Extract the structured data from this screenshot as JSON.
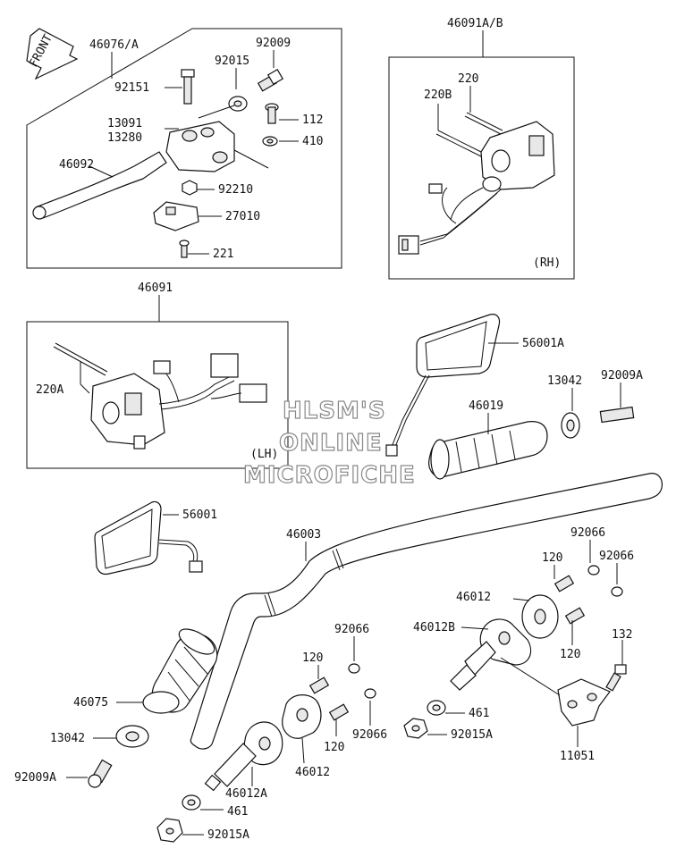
{
  "front_label": "FRONT",
  "watermark": {
    "line1": "HLSM'S",
    "line2": "ONLINE",
    "line3": "MICROFICHE"
  },
  "groups": {
    "lever_assy": "46076/A",
    "switch_rh": "46091A/B",
    "switch_lh": "46091",
    "rh_tag": "(RH)",
    "lh_tag": "(LH)"
  },
  "parts": {
    "p92009": "92009",
    "p92015": "92015",
    "p92151": "92151",
    "p13091": "13091",
    "p13280": "13280",
    "p112": "112",
    "p410": "410",
    "p46092": "46092",
    "p92210": "92210",
    "p27010": "27010",
    "p221": "221",
    "p220": "220",
    "p220B": "220B",
    "p220A": "220A",
    "p56001A": "56001A",
    "p13042_top": "13042",
    "p92009A_top": "92009A",
    "p46019": "46019",
    "p56001": "56001",
    "p46003": "46003",
    "p92066_a": "92066",
    "p92066_b": "92066",
    "p120_a": "120",
    "p46012_a": "46012",
    "p46012B": "46012B",
    "p120_b": "120",
    "p132": "132",
    "p92066_c": "92066",
    "p120_c": "120",
    "p461_a": "461",
    "p92015A_a": "92015A",
    "p11051": "11051",
    "p46075": "46075",
    "p13042_bot": "13042",
    "p92009A_bot": "92009A",
    "p92066_d": "92066",
    "p120_d": "120",
    "p46012_b": "46012",
    "p46012A": "46012A",
    "p461_b": "461",
    "p92015A_b": "92015A"
  }
}
